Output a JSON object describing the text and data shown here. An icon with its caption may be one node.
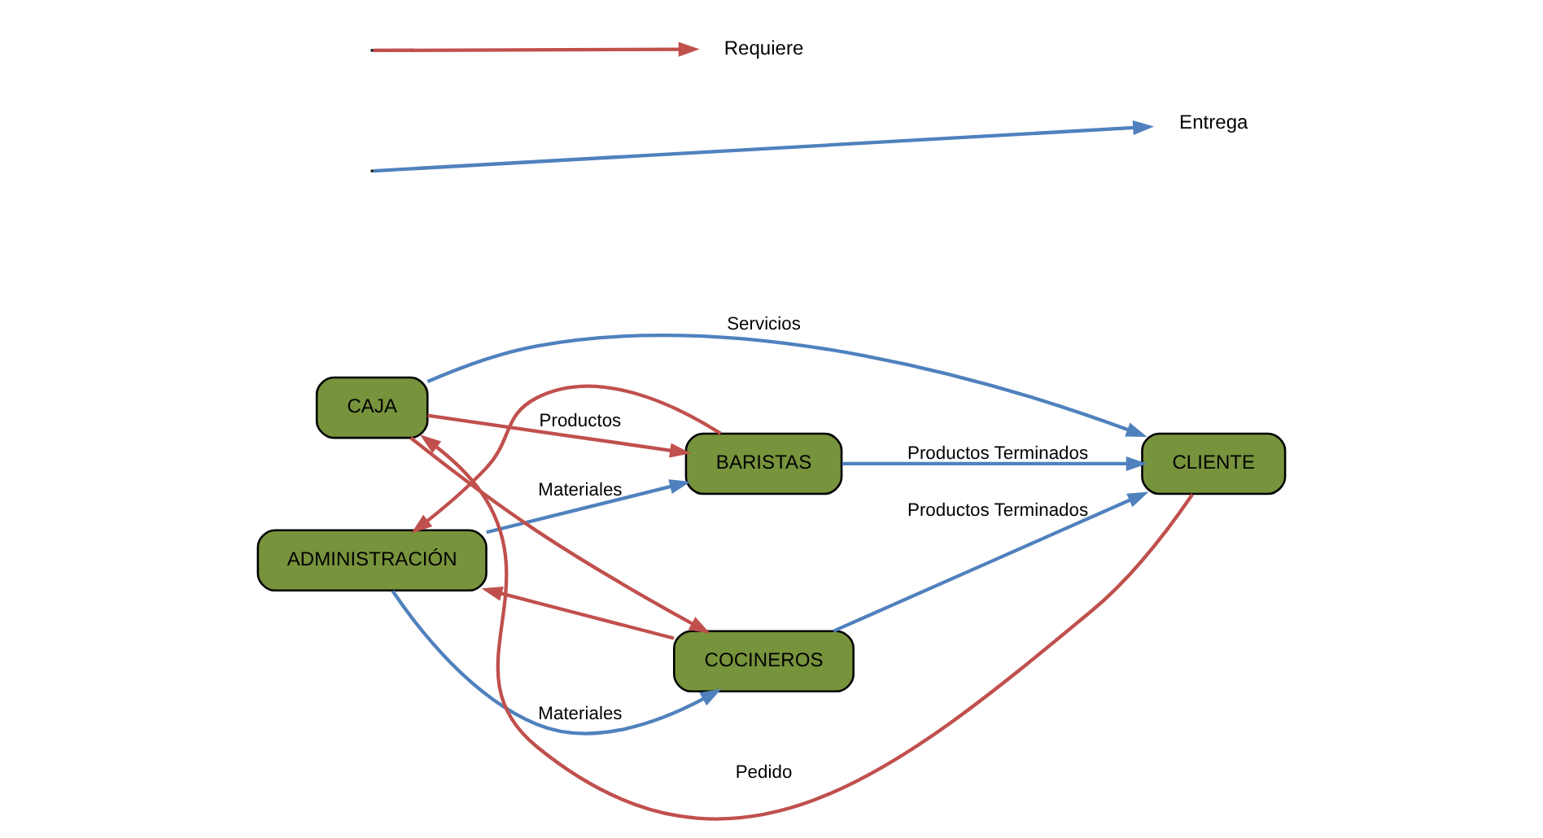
{
  "diagram": {
    "nodes": [
      {
        "text": [
          "BARISTAS"
        ]
      },
      {
        "text": [
          "ADMINISTRACIÓN"
        ]
      },
      {
        "text": [
          "CAJA"
        ]
      },
      {
        "text": [
          "CLIENTE"
        ]
      },
      {
        "text": [
          "COCINEROS"
        ]
      }
    ],
    "edges": [
      {
        "from": 0,
        "to": 1,
        "arrow": "to",
        "color": "#c0504d"
      },
      {
        "from": 1,
        "to": 0,
        "arrow": "to",
        "label": "Materiales",
        "color": "#4f81bd"
      },
      {
        "from": 1,
        "to": 4,
        "arrow": "to",
        "label": "Materiales",
        "color": "#4f81bd"
      },
      {
        "from": 4,
        "to": 1,
        "arrow": "to",
        "color": "#c0504d"
      },
      {
        "from": 2,
        "to": 0,
        "arrow": "to",
        "label": "Productos",
        "color": "#c0504d"
      },
      {
        "from": 2,
        "to": 4,
        "arrow": "to",
        "color": "#c0504d"
      },
      {
        "from": 3,
        "to": 2,
        "arrow": "to",
        "label": "Pedido",
        "color": "#c0504d"
      },
      {
        "from": 2,
        "to": 3,
        "arrow": "to",
        "label": "Servicios",
        "color": "#4f81bd"
      },
      {
        "from": 0,
        "to": 3,
        "arrow": "to",
        "label": "Productos Terminados",
        "color": "#4f81bd"
      },
      {
        "from": 4,
        "to": 3,
        "arrow": "to",
        "label": "Productos Terminados",
        "color": "#4f81bd"
      }
    ],
    "legend": [
      {
        "text": "Requiere"
      },
      {
        "text": "Entrega"
      }
    ]
  }
}
